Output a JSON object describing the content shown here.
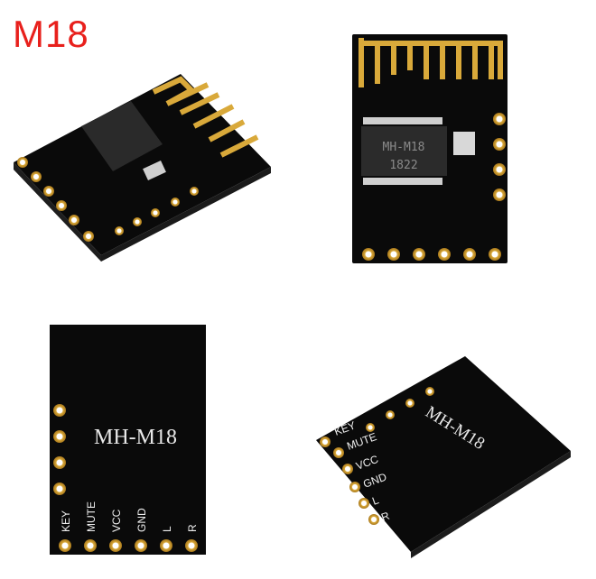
{
  "title": "M18",
  "colors": {
    "title": "#e8201c",
    "pcb": "#0b0b0b",
    "gold": "#d9a93a",
    "silkscreen": "#ececec"
  },
  "boards": {
    "top_left": {
      "view": "angled-front"
    },
    "top_right": {
      "view": "front",
      "chip_label": "MH-M18",
      "chip_date": "1822"
    },
    "bottom_left": {
      "view": "back",
      "label": "MH-M18",
      "pins": [
        "KEY",
        "MUTE",
        "VCC",
        "GND",
        "L",
        "R"
      ]
    },
    "bottom_right": {
      "view": "angled-back",
      "label": "MH-M18",
      "pins": [
        "KEY",
        "MUTE",
        "VCC",
        "GND",
        "L",
        "R"
      ]
    }
  }
}
